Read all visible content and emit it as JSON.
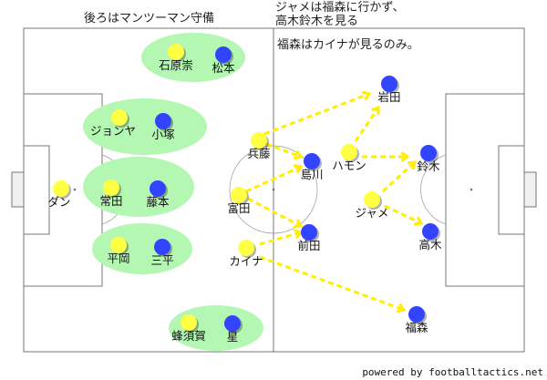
{
  "notes": {
    "left_title": "後ろはマンツーマン守備",
    "right_title_line1": "ジャメは福森に行かず、",
    "right_title_line2": "高木鈴木を見る",
    "right_note": "福森はカイナが見るのみ。"
  },
  "colors": {
    "team_a": "#ffff44",
    "team_b": "#3344ff",
    "pair_zone": "#b3f7b3",
    "arrow": "#ffee00",
    "pitch_line": "#777777"
  },
  "team_a": [
    {
      "id": "ishihara",
      "name": "石原崇"
    },
    {
      "id": "jonya",
      "name": "ジョンヤ"
    },
    {
      "id": "tsuneta",
      "name": "常田"
    },
    {
      "id": "dan",
      "name": "ダン"
    },
    {
      "id": "hiraoka",
      "name": "平岡"
    },
    {
      "id": "hachisuka",
      "name": "蜂須賀"
    },
    {
      "id": "hyodo",
      "name": "兵藤"
    },
    {
      "id": "tomita",
      "name": "富田"
    },
    {
      "id": "kaina",
      "name": "カイナ"
    },
    {
      "id": "hamon",
      "name": "ハモン"
    },
    {
      "id": "jame",
      "name": "ジャメ"
    }
  ],
  "team_b": [
    {
      "id": "matsumoto",
      "name": "松本"
    },
    {
      "id": "kozuka",
      "name": "小塚"
    },
    {
      "id": "fujimoto",
      "name": "藤本"
    },
    {
      "id": "mihira",
      "name": "三平"
    },
    {
      "id": "hoshi",
      "name": "星"
    },
    {
      "id": "shimakawa",
      "name": "島川"
    },
    {
      "id": "maeda",
      "name": "前田"
    },
    {
      "id": "iwata",
      "name": "岩田"
    },
    {
      "id": "suzuki",
      "name": "鈴木"
    },
    {
      "id": "takagi",
      "name": "高木"
    },
    {
      "id": "fukumori",
      "name": "福森"
    }
  ],
  "footer": "powered by footballtactics.net"
}
